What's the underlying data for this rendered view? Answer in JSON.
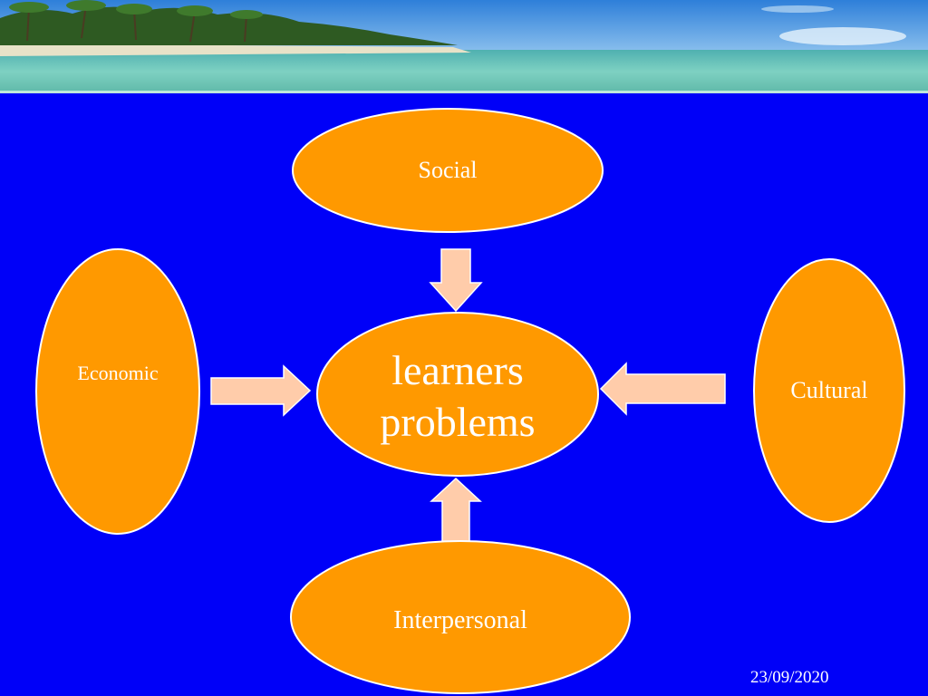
{
  "colors": {
    "background": "#0000F8",
    "node_fill": "#FF9900",
    "node_stroke": "#FFFFFF",
    "arrow_fill": "#FFCCAA",
    "text": "#FFFFFF"
  },
  "diagram": {
    "center": {
      "label_line1": "learners",
      "label_line2": "problems"
    },
    "nodes": {
      "social": "Social",
      "economic": "Economic",
      "cultural": "Cultural",
      "interpersonal": "Interpersonal"
    }
  },
  "footer": {
    "date": "23/09/2020"
  }
}
